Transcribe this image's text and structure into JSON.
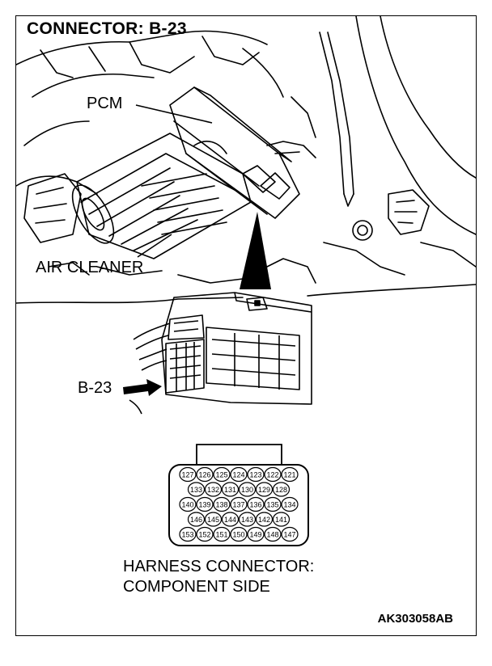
{
  "title": "CONNECTOR: B-23",
  "labels": {
    "pcm": "PCM",
    "air_cleaner": "AIR CLEANER",
    "connector_ref": "B-23"
  },
  "caption": {
    "line1": "HARNESS CONNECTOR:",
    "line2": "COMPONENT SIDE"
  },
  "figure_code": "AK303058AB",
  "connector_pins": [
    [
      "127",
      "126",
      "125",
      "124",
      "123",
      "122",
      "121"
    ],
    [
      "133",
      "132",
      "131",
      "130",
      "129",
      "128"
    ],
    [
      "140",
      "139",
      "138",
      "137",
      "136",
      "135",
      "134"
    ],
    [
      "146",
      "145",
      "144",
      "143",
      "142",
      "141"
    ],
    [
      "153",
      "152",
      "151",
      "150",
      "149",
      "148",
      "147"
    ]
  ]
}
